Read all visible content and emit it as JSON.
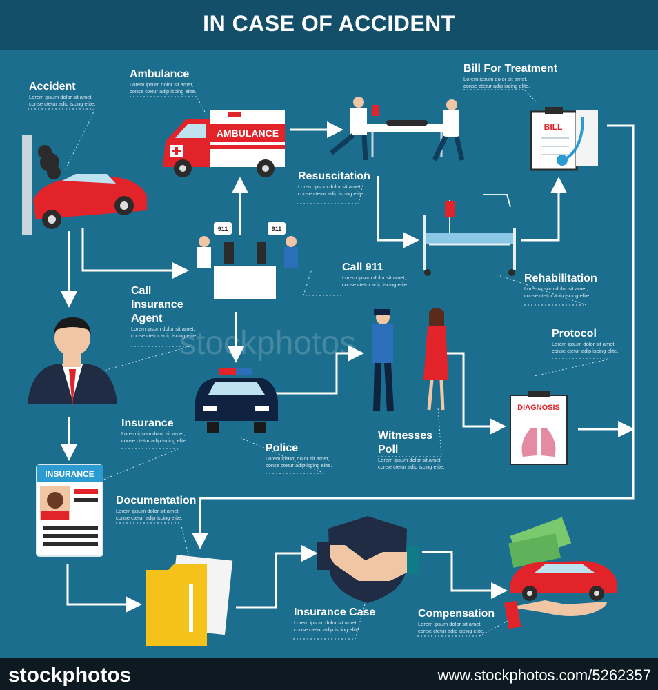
{
  "title": "IN CASE OF ACCIDENT",
  "lorem": "Lorem ipsum dolor sit amet, conse ctetur adip iscing elite.",
  "steps": {
    "accident": "Accident",
    "ambulance": "Ambulance",
    "bill": "Bill For Treatment",
    "resuscitation": "Resuscitation",
    "call911": "Call 911",
    "rehabilitation": "Rehabilitation",
    "agent_1": "Call",
    "agent_2": "Insurance",
    "agent_3": "Agent",
    "protocol": "Protocol",
    "insurance": "Insurance",
    "police": "Police",
    "witness_1": "Witnesses",
    "witness_2": "Poll",
    "documentation": "Documentation",
    "insurance_case": "Insurance Case",
    "compensation": "Compensation"
  },
  "signs": {
    "ambulance": "AMBULANCE",
    "bill": "BILL",
    "diagnosis": "DIAGNOSIS",
    "insurance_card": "INSURANCE",
    "bubble": "911"
  },
  "watermark": "stockphotos",
  "footer": {
    "logo": "stockphotos",
    "id": "www.stockphotos.com/5262357"
  },
  "colors": {
    "background": "#1c6e8e",
    "header": "#144f69",
    "arrow": "#ffffff",
    "car_red": "#e2232a"
  }
}
